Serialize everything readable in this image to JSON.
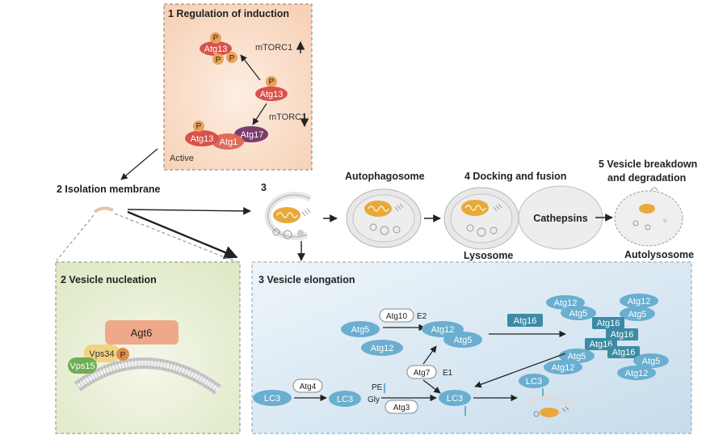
{
  "panels": {
    "induction_title": "1 Regulation of induction",
    "nucleation_title": "2 Vesicle nucleation",
    "elongation_title": "3 Vesicle elongation"
  },
  "induction": {
    "mtorc1_up": "mTORC1",
    "mtorc1_down": "mTORC1",
    "active": "Active",
    "p": "P",
    "atg13": "Atg13",
    "atg1": "Atg1",
    "atg17": "Atg17"
  },
  "pathway": {
    "isolation_membrane": "2 Isolation membrane",
    "step3": "3",
    "autophagosome": "Autophagosome",
    "docking": "4 Docking and fusion",
    "breakdown_line1": "5 Vesicle breakdown",
    "breakdown_line2": "and degradation",
    "cathepsins": "Cathepsins",
    "lysosome": "Lysosome",
    "autolysosome": "Autolysosome"
  },
  "nucleation": {
    "agt6": "Agt6",
    "vps34": "Vps34",
    "vps15": "Vps15",
    "p": "P"
  },
  "elongation": {
    "atg5": "Atg5",
    "atg12": "Atg12",
    "atg10": "Atg10",
    "e2": "E2",
    "atg7": "Atg7",
    "e1": "E1",
    "atg16": "Atg16",
    "lc3": "LC3",
    "atg4": "Atg4",
    "atg3": "Atg3",
    "pe": "PE",
    "gly": "Gly"
  }
}
